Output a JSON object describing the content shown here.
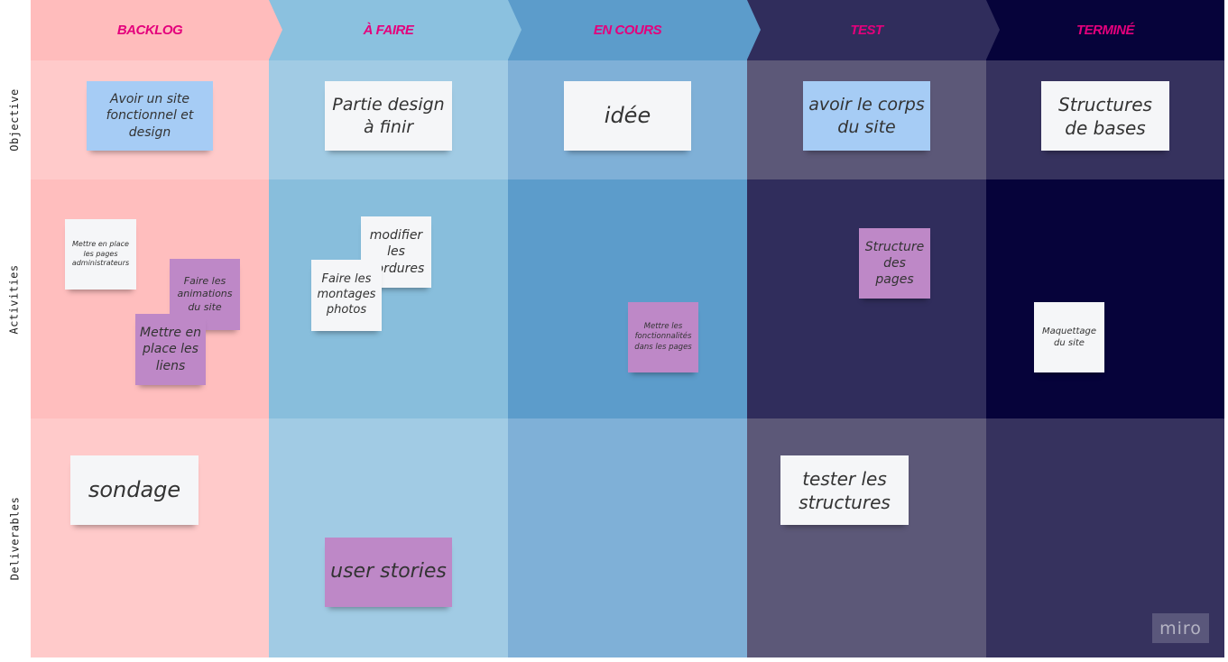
{
  "columns": [
    {
      "label": "BACKLOG"
    },
    {
      "label": "À FAIRE"
    },
    {
      "label": "EN COURS"
    },
    {
      "label": "TEST"
    },
    {
      "label": "TERMINÉ"
    }
  ],
  "rows": [
    {
      "label": "Objective"
    },
    {
      "label": "Activities"
    },
    {
      "label": "Deliverables"
    }
  ],
  "notes": {
    "backlog_objective": "Avoir un site fonctionnel et design",
    "afaire_objective": "Partie design à finir",
    "encours_objective": "idée",
    "test_objective": "avoir le corps du site",
    "termine_objective": "Structures de bases",
    "backlog_act_1": "Mettre en place les pages administrateurs",
    "backlog_act_2": "Faire les animations du site",
    "backlog_act_3": "Mettre en place les liens",
    "afaire_act_1": "modifier les bordures",
    "afaire_act_2": "Faire les montages photos",
    "encours_act_1": "Mettre les fonctionnalités dans les pages",
    "test_act_1": "Structure des pages",
    "termine_act_1": "Maquettage du site",
    "backlog_del_1": "sondage",
    "afaire_del_1": "user stories",
    "test_del_1": "tester les structures"
  },
  "watermark": "miro",
  "colors": {
    "backlog_header": "#ffbcbc",
    "backlog_body": "#ffcaca",
    "backlog_mid": "#ffbebe",
    "afaire_header": "#8bc1df",
    "afaire_body": "#a1cbe4",
    "afaire_mid": "#88bedc",
    "encours_header": "#5c9ccb",
    "encours_body": "#7fb0d7",
    "encours_mid": "#5c9ccb",
    "test_header": "#302d5c",
    "test_body": "#5c5878",
    "test_mid": "#302d5c",
    "termine_header": "#06033a",
    "termine_body": "#36325e",
    "termine_mid": "#06033a",
    "header_text": "#e4007c"
  }
}
